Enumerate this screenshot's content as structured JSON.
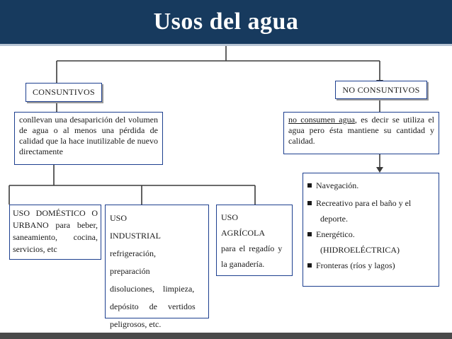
{
  "title": "Usos del agua",
  "colors": {
    "banner": "#173a5e",
    "border": "#1d3f8f",
    "connector": "#3a3a3a"
  },
  "left": {
    "label": "CONSUNTIVOS",
    "description": "conllevan una desaparición del volumen de agua o al menos una pérdida de calidad que la hace inutilizable de nuevo directamente",
    "children": [
      {
        "id": "domestico",
        "text": "USO DOMÉSTICO O URBANO para beber, saneamiento, cocina, servicios, etc"
      },
      {
        "id": "industrial",
        "lines": [
          "USO INDUSTRIAL",
          "refrigeración,",
          "preparación de",
          "disoluciones, limpieza,",
          "depósito de vertidos",
          "peligrosos, etc."
        ]
      },
      {
        "id": "agricola",
        "lines": [
          "USO",
          "AGRÍCOLA",
          "para el regadío y",
          "la ganadería."
        ]
      }
    ]
  },
  "right": {
    "label": "NO CONSUNTIVOS",
    "description_underlined": "no consumen agua",
    "description_rest": ", es decir se utiliza el agua pero ésta mantiene su cantidad y calidad.",
    "list": [
      {
        "lines": [
          "Navegación."
        ]
      },
      {
        "lines": [
          "Recreativo para el baño y el",
          "deporte."
        ]
      },
      {
        "lines": [
          "Energético.",
          "(HIDROELÉCTRICA)"
        ]
      },
      {
        "lines": [
          "Fronteras (ríos y lagos)"
        ]
      }
    ]
  }
}
